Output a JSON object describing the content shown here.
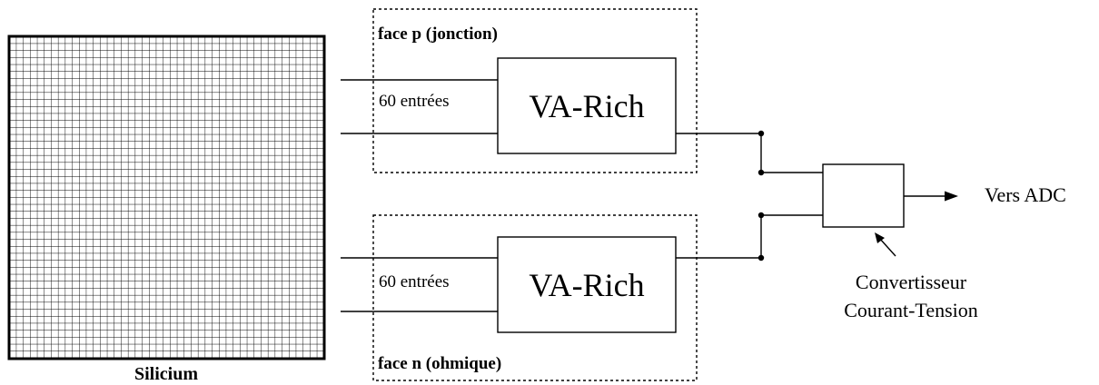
{
  "silicon": {
    "label": "Silicium"
  },
  "face_p": {
    "label": "face p (jonction)",
    "inputs_label": "60 entrées",
    "chip_label": "VA-Rich"
  },
  "face_n": {
    "label": "face n (ohmique)",
    "inputs_label": "60 entrées",
    "chip_label": "VA-Rich"
  },
  "converter": {
    "label_line1": "Convertisseur",
    "label_line2": "Courant-Tension"
  },
  "output": {
    "label": "Vers ADC"
  },
  "colors": {
    "stroke": "#000000",
    "background": "#ffffff"
  }
}
